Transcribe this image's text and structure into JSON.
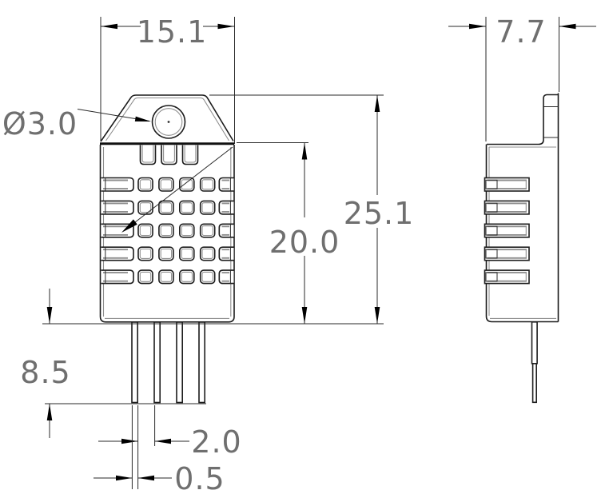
{
  "drawing": {
    "type": "mechanical-dimension-drawing",
    "background": "#ffffff",
    "colors": {
      "outline": "#1c1c1c",
      "secondary_line": "#8f8f8f",
      "dimension_line": "#2a2a2a",
      "dimension_text": "#6f6f6f",
      "arrowhead": "#000000"
    },
    "dims": {
      "overall_width": "15.1",
      "overall_depth": "7.7",
      "hole_diameter": "Ø3.0",
      "grille_height": "20.0",
      "overall_height": "25.1",
      "pin_length": "8.5",
      "pin_spacing": "2.0",
      "pin_width": "0.5"
    },
    "features": {
      "vent_rows": 5,
      "vent_columns": 4,
      "top_notches": 3,
      "pins_front": 4,
      "side_louvers": 5
    }
  }
}
